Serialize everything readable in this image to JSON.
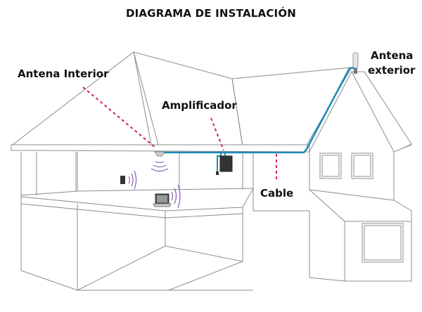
{
  "title": "DIAGRAMA DE INSTALACIÓN",
  "labels": {
    "indoor_antenna": "Antena Interior",
    "amplifier": "Amplificador",
    "cable": "Cable",
    "outdoor_antenna_line1": "Antena",
    "outdoor_antenna_line2": "exterior"
  },
  "colors": {
    "cable": "#1a8bb5",
    "pointer": "#d81b60",
    "signal": "#8a5bb5",
    "outline": "#8c8c8c"
  }
}
